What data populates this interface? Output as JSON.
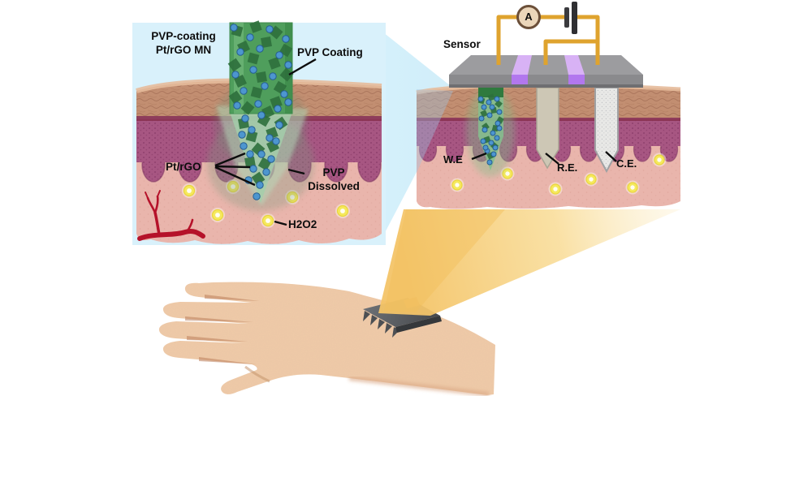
{
  "left_panel": {
    "title": {
      "line1": "PVP-coating",
      "line2": "Pt/rGO MN"
    },
    "labels": {
      "pvp_coating": "PVP Coating",
      "pt_rgo": "Pt/rGO",
      "pvp_line1": "PVP",
      "pvp_line2": "Dissolved",
      "h2o2": "H2O2"
    }
  },
  "right_panel": {
    "sensor": "Sensor",
    "ammeter": "A",
    "working_electrode": "W.E",
    "reference_electrode": "R.E.",
    "counter_electrode": "C.E."
  },
  "icons": {
    "ammeter": "ammeter-icon",
    "battery": "battery-icon",
    "microneedle_patch": "microneedle-patch-icon"
  },
  "colors": {
    "panel_bg": "#D9F1FB",
    "beam_blue": "#C7EAF8",
    "cone_gold": "#F5C568",
    "wire_gold": "#DFA32E",
    "epidermis_tan": "#C28E71",
    "basal_line_maroon": "#8A3352",
    "papillae_purple": "#A75682",
    "dermis_pink": "#E9B5AC",
    "needle_green": "#4F9E5C",
    "particle_blue": "#4D96CF",
    "h2o2_yellow": "#F5E95D",
    "reference_electrode_fill": "#CDC7B5",
    "counter_electrode_fill": "#E8E8E6",
    "plate_gray": "#9C9C9F",
    "stripe_purple": "#B277EE",
    "capillary_red": "#B5122A",
    "skin_tone": "#EFCBA9"
  }
}
